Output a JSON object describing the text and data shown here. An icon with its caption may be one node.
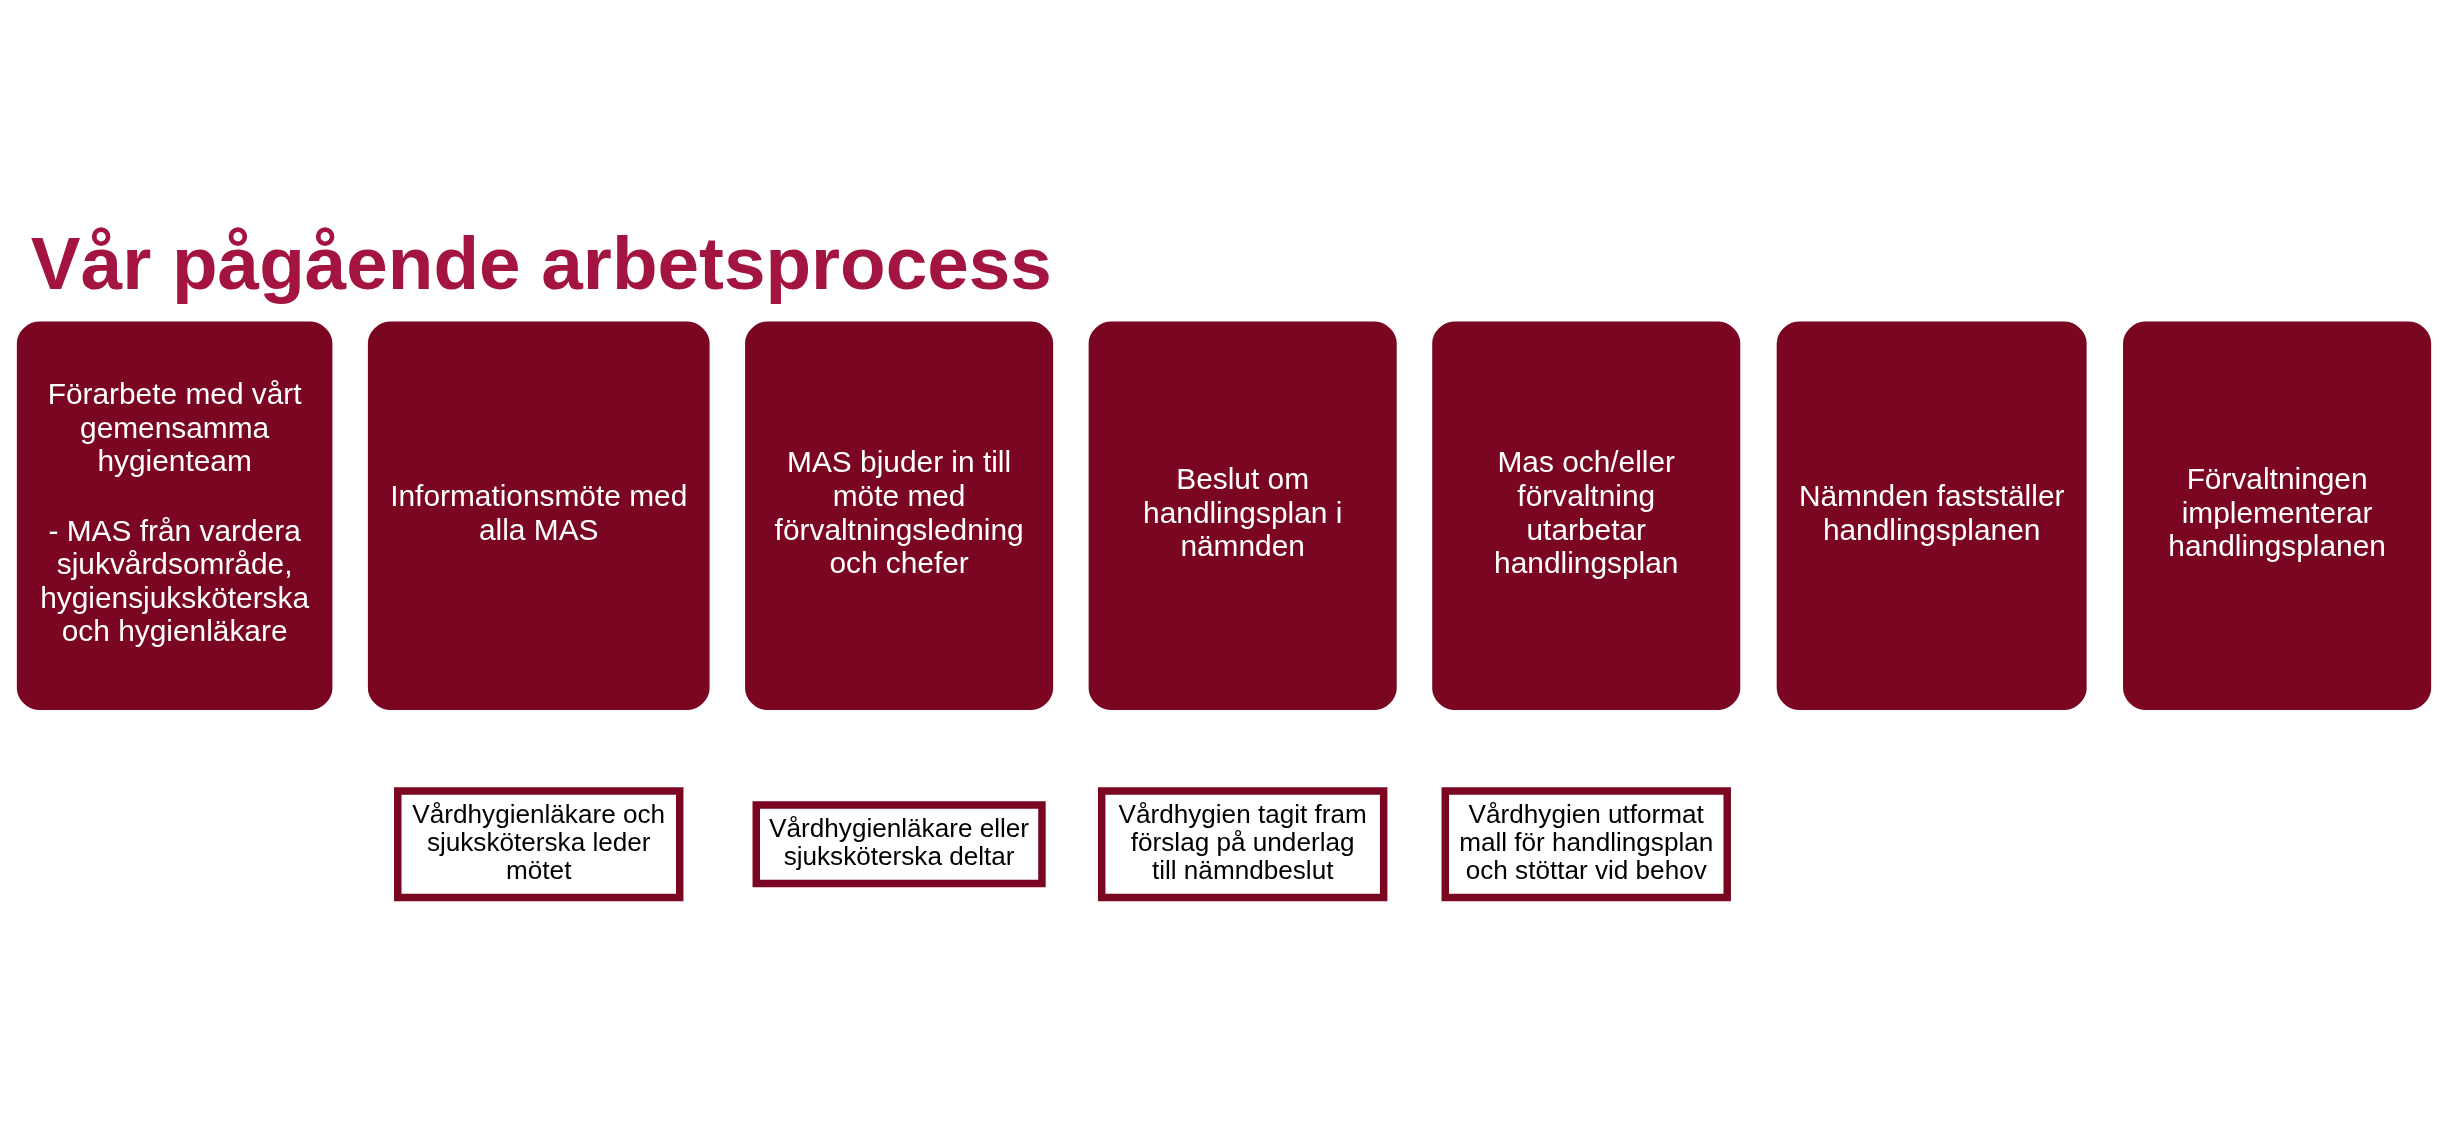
{
  "diagram": {
    "title": "Vår pågående arbetsprocess",
    "nodes": [
      {
        "text": [
          "Förarbete med vårt gemensamma hygienteam",
          "- MAS från vardera sjukvårdsområde, hygiensjuksköterska och hygienläkare"
        ]
      },
      {
        "text": [
          "Informationsmöte med alla MAS"
        ]
      },
      {
        "text": [
          "MAS bjuder in till möte med förvaltningsledning och chefer"
        ]
      },
      {
        "text": [
          "Beslut om handlingsplan i nämnden"
        ]
      },
      {
        "text": [
          "Mas och/eller förvaltning utarbetar handlingsplan"
        ]
      },
      {
        "text": [
          "Nämnden fastställer handlingsplanen"
        ]
      },
      {
        "text": [
          "Förvaltningen implementerar handlingsplanen"
        ]
      },
      {
        "text": [
          "Vårdhygienläkare och sjuksköterska leder mötet"
        ]
      },
      {
        "text": [
          "Vårdhygienläkare eller sjuksköterska deltar"
        ]
      },
      {
        "text": [
          "Vårdhygien tagit fram förslag på underlag till nämndbeslut"
        ]
      },
      {
        "text": [
          "Vårdhygien utformat mall för handlingsplan och stöttar vid behov"
        ]
      }
    ],
    "edges": []
  }
}
